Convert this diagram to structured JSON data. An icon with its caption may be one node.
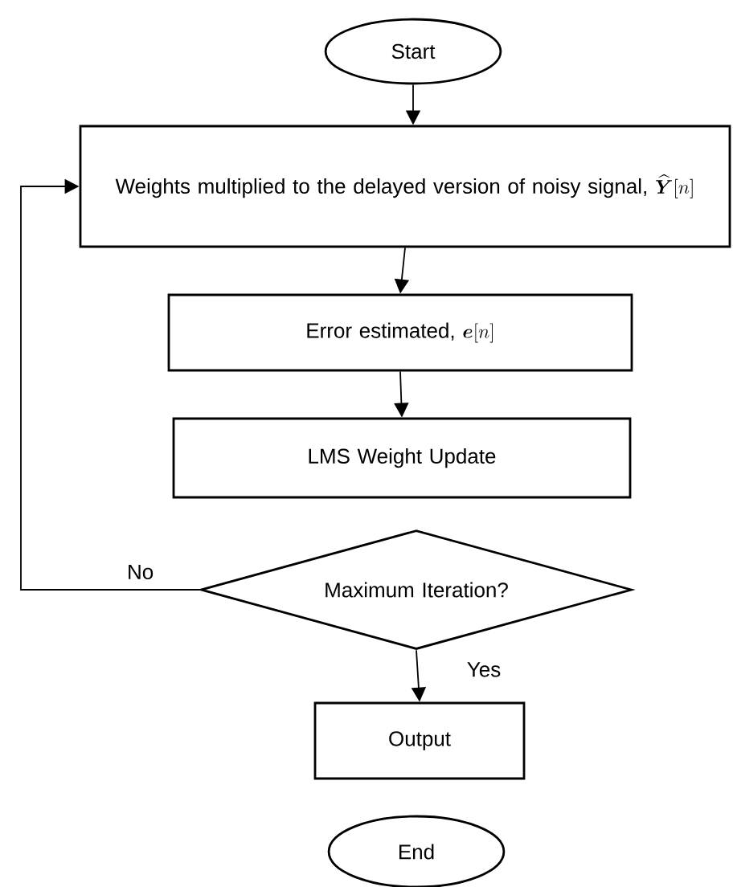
{
  "diagram": {
    "nodes": [
      {
        "text": [
          "Start"
        ]
      },
      {
        "text": [
          "Weights multiplied to the delayed version of noisy signal,",
          "\\widehat{\\boldsymbol{Y}}[n]"
        ]
      },
      {
        "text": [
          "Error estimated,",
          "\\boldsymbol{e}[n]"
        ]
      },
      {
        "text": [
          "LMS Weight Update"
        ]
      },
      {
        "text": [
          "Maximum Iteration?"
        ]
      },
      {
        "text": [
          "Output"
        ]
      },
      {
        "text": [
          "End"
        ]
      }
    ],
    "edges": [
      {
        "from": 0,
        "to": 1,
        "arrow": "to"
      },
      {
        "from": 1,
        "to": 2,
        "arrow": "to"
      },
      {
        "from": 2,
        "to": 3,
        "arrow": "to"
      },
      {
        "from": 4,
        "to": 5,
        "arrow": "to",
        "label": "Yes"
      },
      {
        "from": 4,
        "to": 1,
        "arrow": "to",
        "label": "No"
      }
    ]
  }
}
